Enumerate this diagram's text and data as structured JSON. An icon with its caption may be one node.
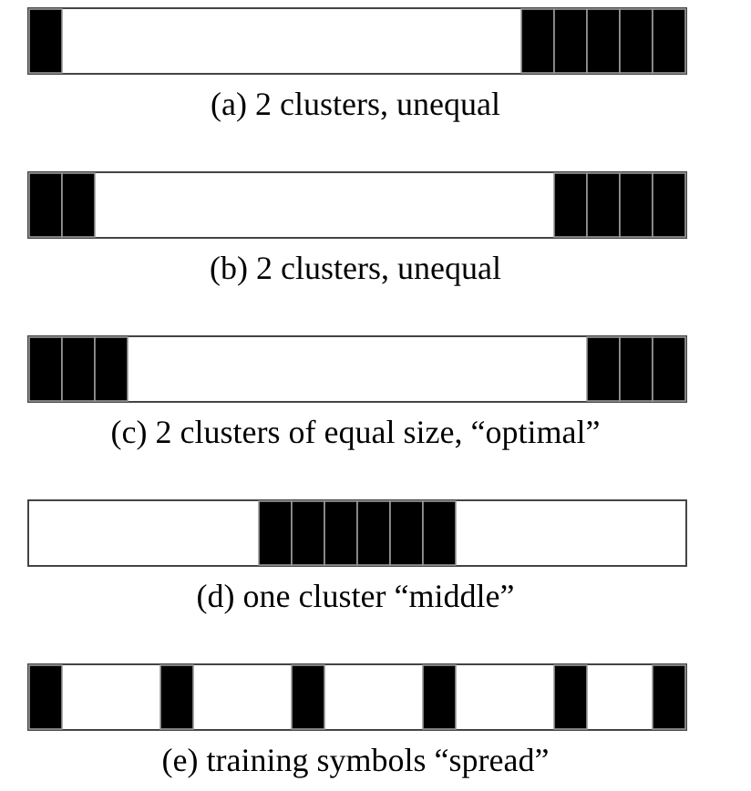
{
  "diagram": {
    "nodes": [
      {
        "text": [],
        "shape": "bar"
      },
      {
        "text": [],
        "shape": "bar"
      },
      {
        "text": [],
        "shape": "bar"
      },
      {
        "text": [],
        "shape": "bar"
      },
      {
        "text": [],
        "shape": "bar"
      }
    ],
    "labels": [
      "(a) 2 clusters, unequal",
      "(b) 2 clusters, unequal",
      "(c) 2 clusters of equal size, “optimal”",
      "(d) one cluster “middle”",
      "(e) training symbols “spread”"
    ]
  }
}
